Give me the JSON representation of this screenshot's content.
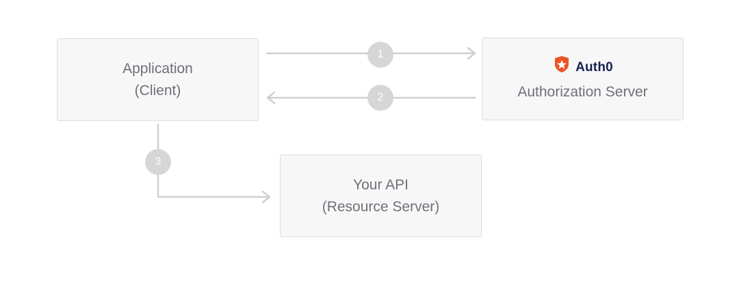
{
  "nodes": {
    "application": {
      "line1": "Application",
      "line2": "(Client)"
    },
    "authorization_server": {
      "brand": "Auth0",
      "line1": "Authorization Server"
    },
    "api": {
      "line1": "Your API",
      "line2": "(Resource Server)"
    }
  },
  "steps": [
    "1",
    "2",
    "3"
  ],
  "icons": {
    "brand_logo": "auth0-shield-icon"
  },
  "colors": {
    "brand_orange": "#eb5424",
    "brand_text": "#16214d",
    "edge": "#cfcfd3",
    "step_badge": "#d6d6d9"
  }
}
